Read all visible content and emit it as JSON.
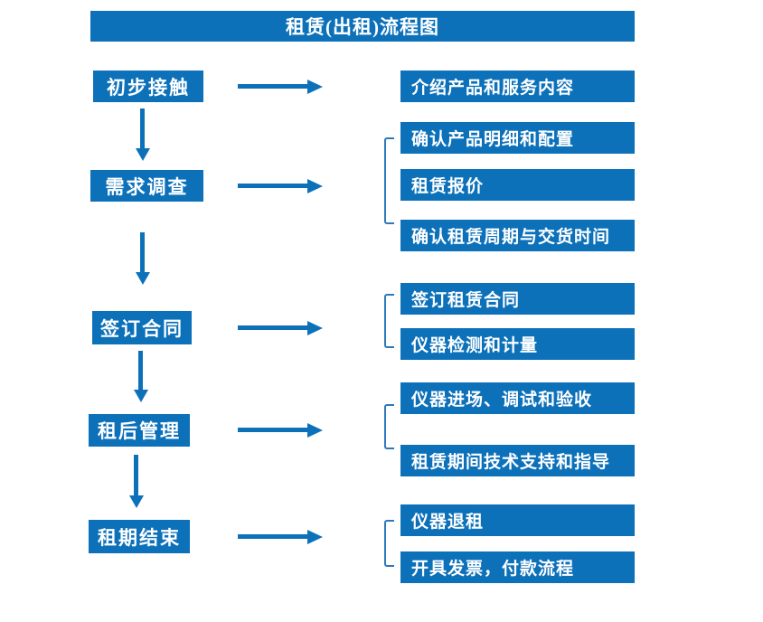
{
  "title": "租赁(出租)流程图",
  "flow": {
    "steps": [
      {
        "label": "初步接触",
        "details": [
          "介绍产品和服务内容"
        ]
      },
      {
        "label": "需求调查",
        "details": [
          "确认产品明细和配置",
          "租赁报价",
          "确认租赁周期与交货时间"
        ]
      },
      {
        "label": "签订合同",
        "details": [
          "签订租赁合同",
          "仪器检测和计量"
        ]
      },
      {
        "label": "租后管理",
        "details": [
          "仪器进场、调试和验收",
          "租赁期间技术支持和指导"
        ]
      },
      {
        "label": "租期结束",
        "details": [
          "仪器退租",
          "开具发票，付款流程"
        ]
      }
    ]
  },
  "colors": {
    "primary_blue": "#0d71ba",
    "bracket_blue": "#2e78bd",
    "text": "#ffffff",
    "background": "#ffffff"
  }
}
